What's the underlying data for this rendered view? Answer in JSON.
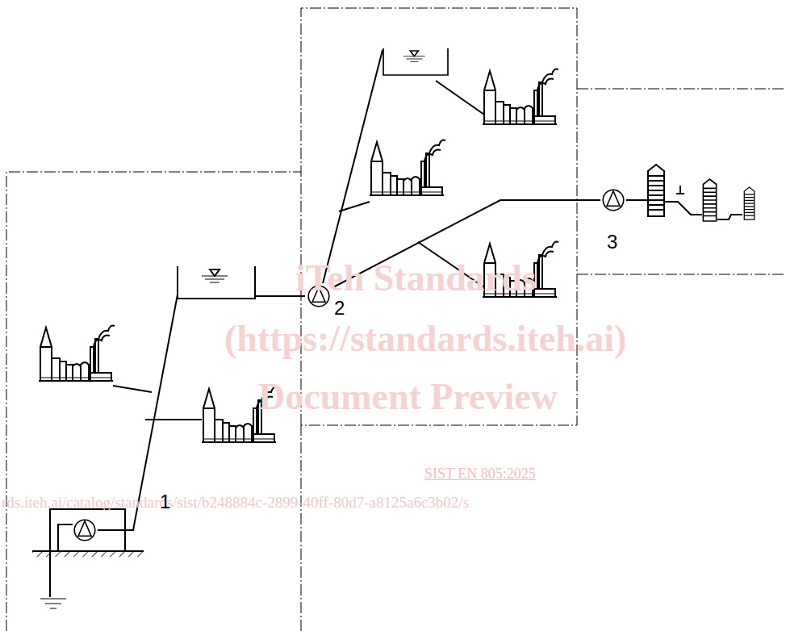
{
  "diagram": {
    "labels": [
      "iTeh Standards",
      "(https://standards.iteh.ai)",
      "Document Preview",
      "SIST EN 805:2025",
      "rds.iteh.ai/catalog/standards/sist/b248884c-2899-40ff-80d7-a8125a6c3b02/s",
      "1",
      "2",
      "3"
    ]
  }
}
